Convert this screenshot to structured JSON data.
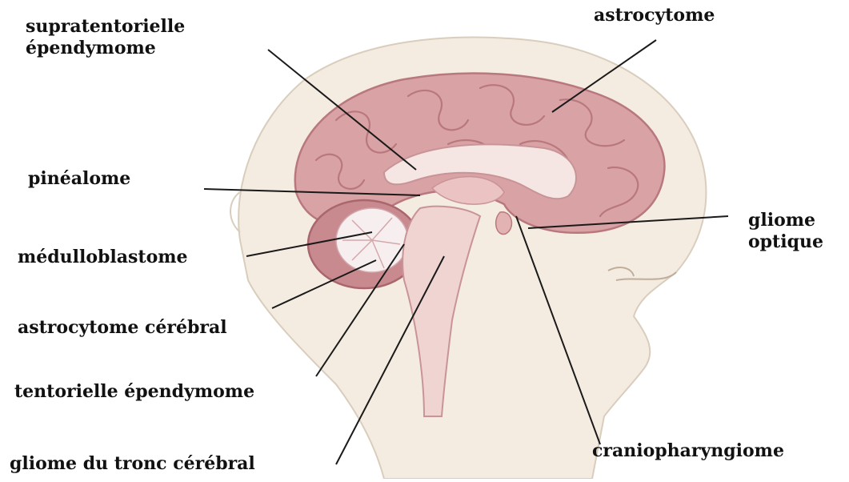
{
  "labels": {
    "supratentorial": [
      "supratentorielle",
      "épendymome"
    ],
    "astrocytome": "astrocytome",
    "pinealome": "pinéalome",
    "medulloblastome": "médulloblastome",
    "astrocytome_cerebral": "astrocytome cérébral",
    "tentorielle": "tentorielle épendymome",
    "gliome_tronc": "gliome du tronc cérébral",
    "gliome_optique": [
      "gliome",
      "optique"
    ],
    "craniopharyngiome": "craniopharyngiome"
  },
  "colors": {
    "skin": "#f4ece1",
    "skin_outline": "#d9cdbd",
    "brain": "#d9a2a5",
    "brain_dark": "#b8787d",
    "brain_light": "#f0d4d2",
    "ventricle": "#f6e6e3",
    "cerebellum_white": "#f7eef0",
    "leader": "#1a1a1a",
    "text": "#111111"
  }
}
